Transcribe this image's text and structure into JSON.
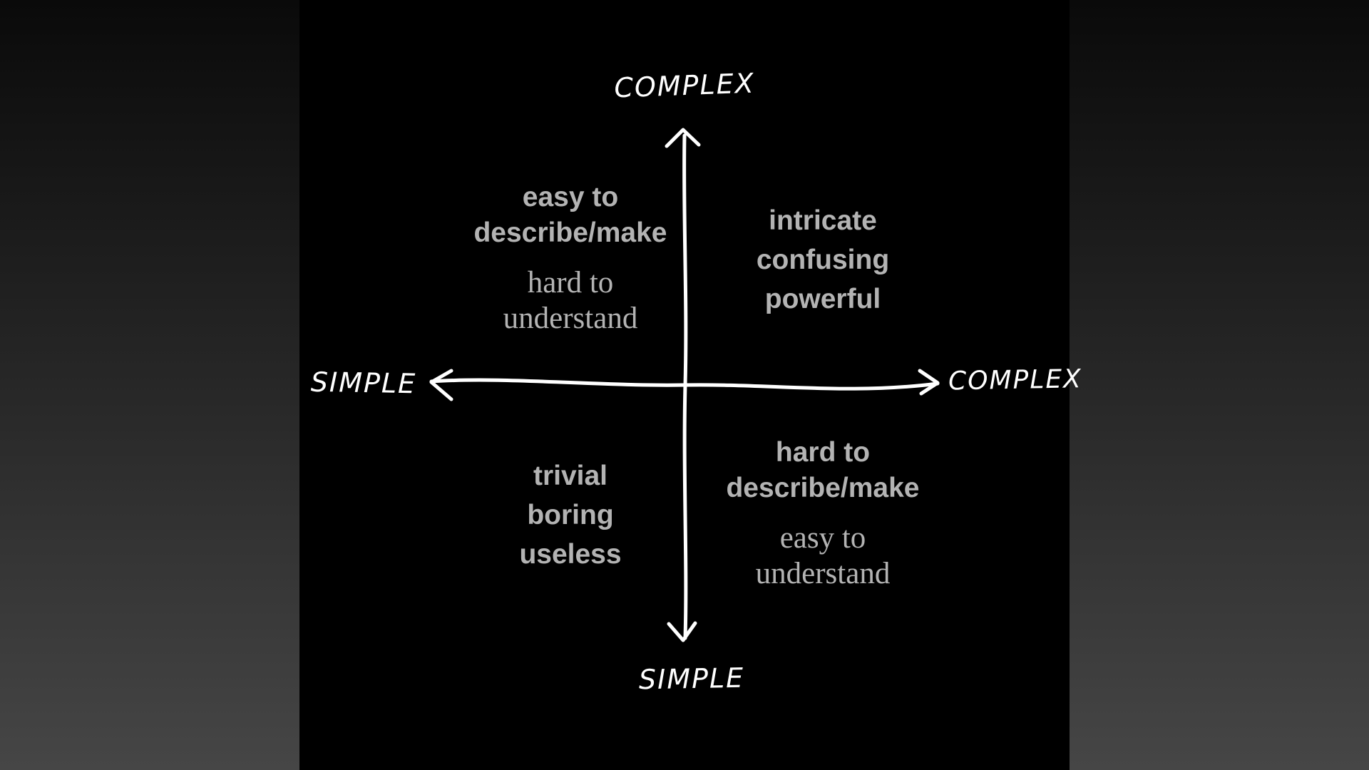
{
  "axes": {
    "y_top": "COMPLEX",
    "y_bottom": "SIMPLE",
    "x_left": "SIMPLE",
    "x_right": "COMPLEX"
  },
  "quadrants": {
    "top_left": {
      "primary": [
        "easy to",
        "describe/make"
      ],
      "secondary": [
        "hard to",
        "understand"
      ]
    },
    "top_right": {
      "lines": [
        "intricate",
        "confusing",
        "powerful"
      ]
    },
    "bottom_left": {
      "lines": [
        "trivial",
        "boring",
        "useless"
      ]
    },
    "bottom_right": {
      "primary": [
        "hard to",
        "describe/make"
      ],
      "secondary": [
        "easy to",
        "understand"
      ]
    }
  },
  "colors": {
    "background": "#000000",
    "axis": "#ffffff",
    "quadrant_text": "#b3b3b3"
  }
}
